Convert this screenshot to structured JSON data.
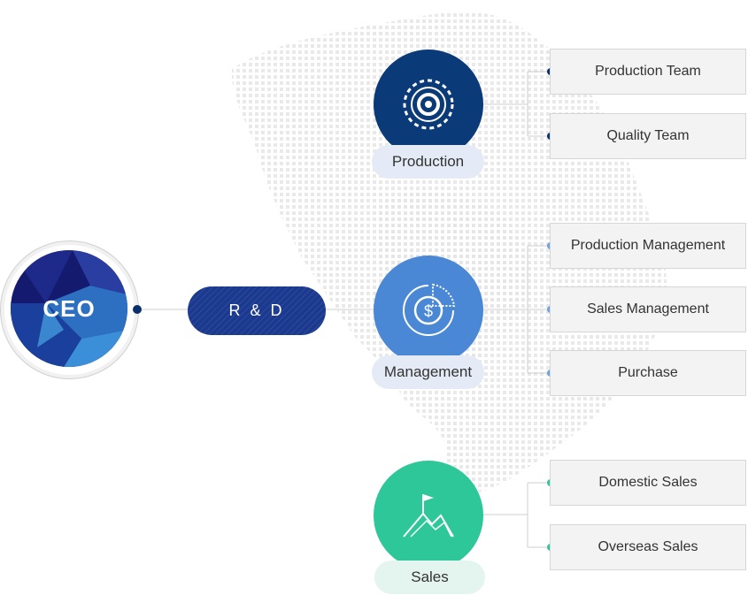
{
  "ceo": {
    "label": "CEO"
  },
  "rd": {
    "label": "R & D"
  },
  "departments": [
    {
      "name": "Production",
      "color": "#0a3a78",
      "pill_color": "#e4ebf6",
      "dot_color": "#0a2f6a",
      "icon": "gear-icon",
      "teams": [
        "Production Team",
        "Quality Team"
      ]
    },
    {
      "name": "Management",
      "color": "#4a88d6",
      "pill_color": "#e4ebf6",
      "dot_color": "#6fa3de",
      "icon": "dollar-chart-icon",
      "teams": [
        "Production Management",
        "Sales Management",
        "Purchase"
      ]
    },
    {
      "name": "Sales",
      "color": "#2ec79a",
      "pill_color": "#e4f4ee",
      "dot_color": "#2ec79a",
      "icon": "mountain-flag-icon",
      "teams": [
        "Domestic Sales",
        "Overseas Sales"
      ]
    }
  ]
}
